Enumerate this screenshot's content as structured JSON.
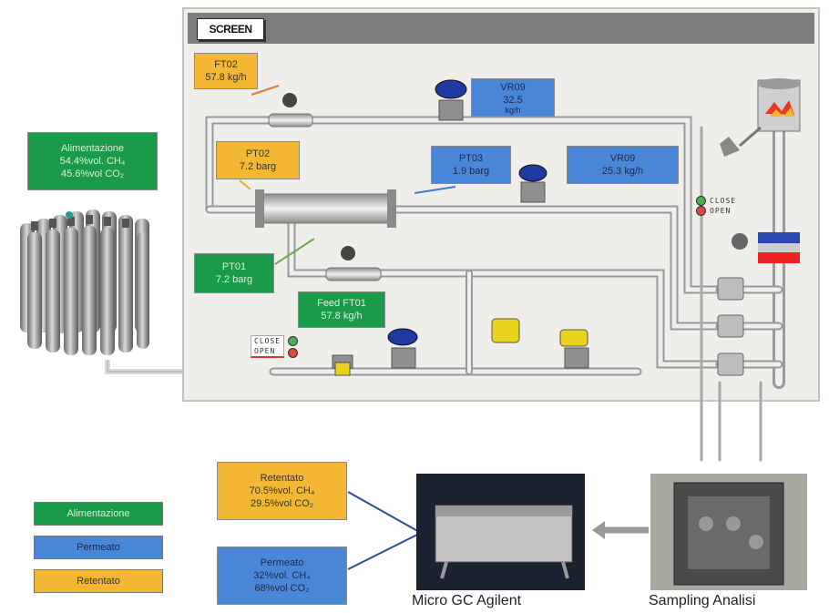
{
  "scada_window": {
    "screen_button": "SCREEN"
  },
  "tags": {
    "ft02": {
      "line1": "FT02",
      "line2": "57.8 kg/h"
    },
    "vr09_top": {
      "line1": "VR09",
      "line2": "32.5",
      "line3": "kg/h"
    },
    "pt02": {
      "line1": "PT02",
      "line2": "7.2 barg"
    },
    "pt03": {
      "line1": "PT03",
      "line2": "1.9 barg"
    },
    "vr09_right": {
      "line1": "VR09",
      "line2": "25.3 kg/h"
    },
    "pt01": {
      "line1": "PT01",
      "line2": "7.2 barg"
    },
    "feed_ft01": {
      "line1": "Feed FT01",
      "line2": "57.8 kg/h"
    }
  },
  "alimentazione_box": {
    "line1": "Alimentazione",
    "line2": "54.4%vol. CH₄",
    "line3": "45.6%vol CO₂"
  },
  "valve_indicators": {
    "right": {
      "close": "CLOSE",
      "open": "OPEN"
    },
    "left": {
      "close": "CLOSE",
      "open": "OPEN"
    }
  },
  "retentato_result": {
    "line1": "Retentato",
    "line2": "70.5%vol. CH₄",
    "line3": "29.5%vol CO₂"
  },
  "permeato_result": {
    "line1": "Permeato",
    "line2": "32%vol. CH₄",
    "line3": "68%vol CO₂"
  },
  "legend": [
    {
      "label": "Alimentazione",
      "color": "#1a9b4a"
    },
    {
      "label": "Permeato",
      "color": "#4a86d8"
    },
    {
      "label": "Retentato",
      "color": "#f4b733"
    }
  ],
  "captions": {
    "micro_gc": "Micro GC Agilent",
    "sampling": "Sampling Analisi"
  }
}
